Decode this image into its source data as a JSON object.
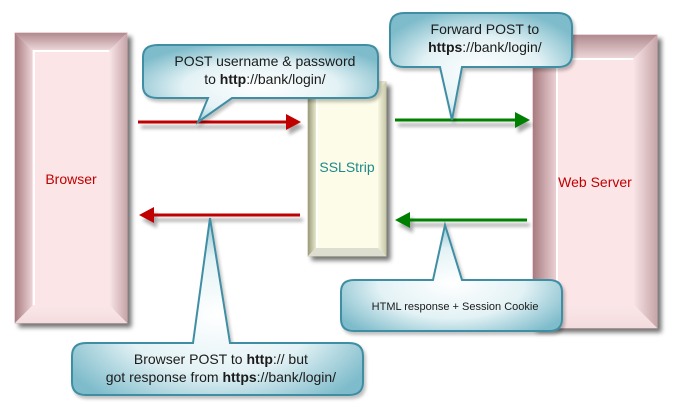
{
  "title": "SSLStrip attack flow",
  "nodes": {
    "browser": {
      "label": "Browser",
      "label_color": "#c00000",
      "fill": "#f9e1e3"
    },
    "sslstrip": {
      "label": "SSLStrip",
      "label_color": "#1f8a8a",
      "fill": "#fbfbe6"
    },
    "web_server": {
      "label": "Web Server",
      "label_color": "#c00000",
      "fill": "#f9e1e3"
    }
  },
  "arrows": {
    "browser_to_sslstrip": {
      "direction": "right",
      "color": "#c00000"
    },
    "sslstrip_to_server": {
      "direction": "right",
      "color": "#008000"
    },
    "server_to_sslstrip": {
      "direction": "left",
      "color": "#008000"
    },
    "sslstrip_to_browser": {
      "direction": "left",
      "color": "#c00000"
    }
  },
  "callouts": {
    "post_credentials": {
      "line1": "POST username & password",
      "line2_prefix": "to ",
      "line2_bold": "http",
      "line2_suffix": "://bank/login/"
    },
    "forward_post": {
      "line1": "Forward POST to",
      "line2_bold": "https",
      "line2_suffix": "://bank/login/"
    },
    "html_response": {
      "line1": "HTML response + Session Cookie"
    },
    "browser_result": {
      "line1_prefix": "Browser POST to ",
      "line1_bold": "http",
      "line1_suffix": ":// but",
      "line2_prefix": "got response from ",
      "line2_bold": "https",
      "line2_suffix": "://bank/login/"
    }
  },
  "colors": {
    "bubble_border": "#3f8ea3",
    "bubble_edge": "#7fbccb",
    "bubble_center": "#ffffff"
  }
}
